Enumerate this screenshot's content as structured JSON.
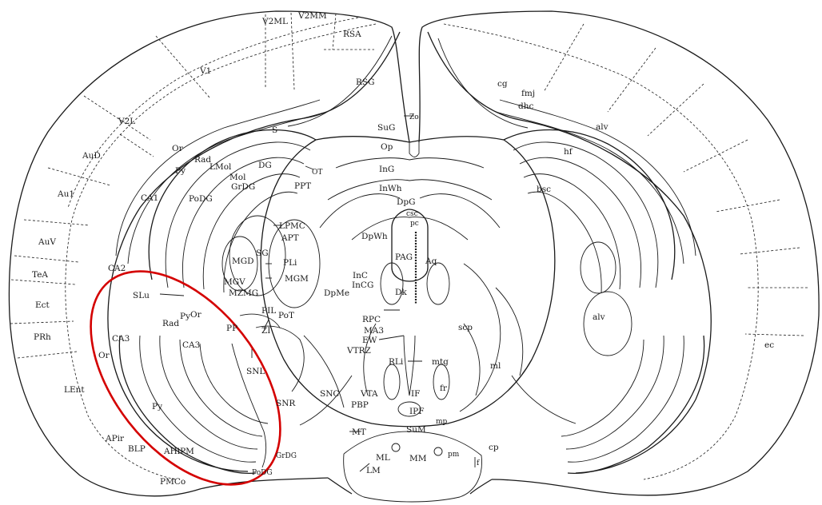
{
  "highlight": {
    "color": "#d40000"
  },
  "labels": [
    {
      "id": "v1",
      "text": "V1"
    },
    {
      "id": "v2ml",
      "text": "V2ML"
    },
    {
      "id": "v2mm",
      "text": "V2MM"
    },
    {
      "id": "rsa",
      "text": "RSA"
    },
    {
      "id": "rsg",
      "text": "RSG"
    },
    {
      "id": "v2l",
      "text": "V2L"
    },
    {
      "id": "s",
      "text": "S"
    },
    {
      "id": "aud",
      "text": "AuD"
    },
    {
      "id": "au1",
      "text": "Au1"
    },
    {
      "id": "auv",
      "text": "AuV"
    },
    {
      "id": "tea",
      "text": "TeA"
    },
    {
      "id": "ect",
      "text": "Ect"
    },
    {
      "id": "prh",
      "text": "PRh"
    },
    {
      "id": "lent",
      "text": "LEnt"
    },
    {
      "id": "apir",
      "text": "APir"
    },
    {
      "id": "blp",
      "text": "BLP"
    },
    {
      "id": "ahipm",
      "text": "AHiPM"
    },
    {
      "id": "pmco",
      "text": "PMCo"
    },
    {
      "id": "or1",
      "text": "Or"
    },
    {
      "id": "py1",
      "text": "Py"
    },
    {
      "id": "rad1",
      "text": "Rad"
    },
    {
      "id": "lmol",
      "text": "LMol"
    },
    {
      "id": "mol",
      "text": "Mol"
    },
    {
      "id": "dg",
      "text": "DG"
    },
    {
      "id": "grdg1",
      "text": "GrDG"
    },
    {
      "id": "ca1",
      "text": "CA1"
    },
    {
      "id": "podg1",
      "text": "PoDG"
    },
    {
      "id": "ca2",
      "text": "CA2"
    },
    {
      "id": "slu",
      "text": "SLu"
    },
    {
      "id": "or2",
      "text": "Or"
    },
    {
      "id": "py2",
      "text": "Py"
    },
    {
      "id": "rad2",
      "text": "Rad"
    },
    {
      "id": "ca3a",
      "text": "CA3"
    },
    {
      "id": "ca3b",
      "text": "CA3"
    },
    {
      "id": "or3",
      "text": "Or"
    },
    {
      "id": "py3",
      "text": "Py"
    },
    {
      "id": "grdg2",
      "text": "GrDG"
    },
    {
      "id": "podg2",
      "text": "PoDG"
    },
    {
      "id": "zo",
      "text": "Zo"
    },
    {
      "id": "sug",
      "text": "SuG"
    },
    {
      "id": "op",
      "text": "Op"
    },
    {
      "id": "ing",
      "text": "InG"
    },
    {
      "id": "inwh",
      "text": "InWh"
    },
    {
      "id": "dpg",
      "text": "DpG"
    },
    {
      "id": "csc",
      "text": "csc"
    },
    {
      "id": "pc",
      "text": "pc"
    },
    {
      "id": "dpwh",
      "text": "DpWh"
    },
    {
      "id": "pag",
      "text": "PAG"
    },
    {
      "id": "aq",
      "text": "Aq"
    },
    {
      "id": "ot",
      "text": "OT"
    },
    {
      "id": "ppt",
      "text": "PPT"
    },
    {
      "id": "lpmc",
      "text": "LPMC"
    },
    {
      "id": "apt",
      "text": "APT"
    },
    {
      "id": "sg",
      "text": "SG"
    },
    {
      "id": "mgd",
      "text": "MGD"
    },
    {
      "id": "pli",
      "text": "PLi"
    },
    {
      "id": "mgv",
      "text": "MGV"
    },
    {
      "id": "mgm",
      "text": "MGM"
    },
    {
      "id": "mzmg",
      "text": "MZMG"
    },
    {
      "id": "pil",
      "text": "PIL"
    },
    {
      "id": "pot",
      "text": "PoT"
    },
    {
      "id": "pp",
      "text": "PP"
    },
    {
      "id": "zi",
      "text": "ZI"
    },
    {
      "id": "snl",
      "text": "SNL"
    },
    {
      "id": "snr",
      "text": "SNR"
    },
    {
      "id": "snc",
      "text": "SNC"
    },
    {
      "id": "vta",
      "text": "VTA"
    },
    {
      "id": "pbp",
      "text": "PBP"
    },
    {
      "id": "mt",
      "text": "MT"
    },
    {
      "id": "sum",
      "text": "SuM"
    },
    {
      "id": "mp",
      "text": "mp"
    },
    {
      "id": "ipf",
      "text": "IPF"
    },
    {
      "id": "if",
      "text": "IF"
    },
    {
      "id": "ml1",
      "text": "ML"
    },
    {
      "id": "mm",
      "text": "MM"
    },
    {
      "id": "lm",
      "text": "LM"
    },
    {
      "id": "pm",
      "text": "pm"
    },
    {
      "id": "f1",
      "text": "f"
    },
    {
      "id": "inc",
      "text": "InC"
    },
    {
      "id": "incg",
      "text": "InCG"
    },
    {
      "id": "dk",
      "text": "Dk"
    },
    {
      "id": "dpme",
      "text": "DpMe"
    },
    {
      "id": "rpc",
      "text": "RPC"
    },
    {
      "id": "ma3",
      "text": "MA3"
    },
    {
      "id": "ew",
      "text": "EW"
    },
    {
      "id": "vtrz",
      "text": "VTRZ"
    },
    {
      "id": "rli",
      "text": "RLi"
    },
    {
      "id": "mtg",
      "text": "mtg"
    },
    {
      "id": "fr",
      "text": "fr"
    },
    {
      "id": "scp",
      "text": "scp"
    },
    {
      "id": "ml2",
      "text": "ml"
    },
    {
      "id": "cp",
      "text": "cp"
    },
    {
      "id": "cg",
      "text": "cg"
    },
    {
      "id": "fmj",
      "text": "fmj"
    },
    {
      "id": "dhc",
      "text": "dhc"
    },
    {
      "id": "alv1",
      "text": "alv"
    },
    {
      "id": "hf",
      "text": "hf"
    },
    {
      "id": "bsc",
      "text": "bsc"
    },
    {
      "id": "alv2",
      "text": "alv"
    },
    {
      "id": "ec",
      "text": "ec"
    }
  ]
}
